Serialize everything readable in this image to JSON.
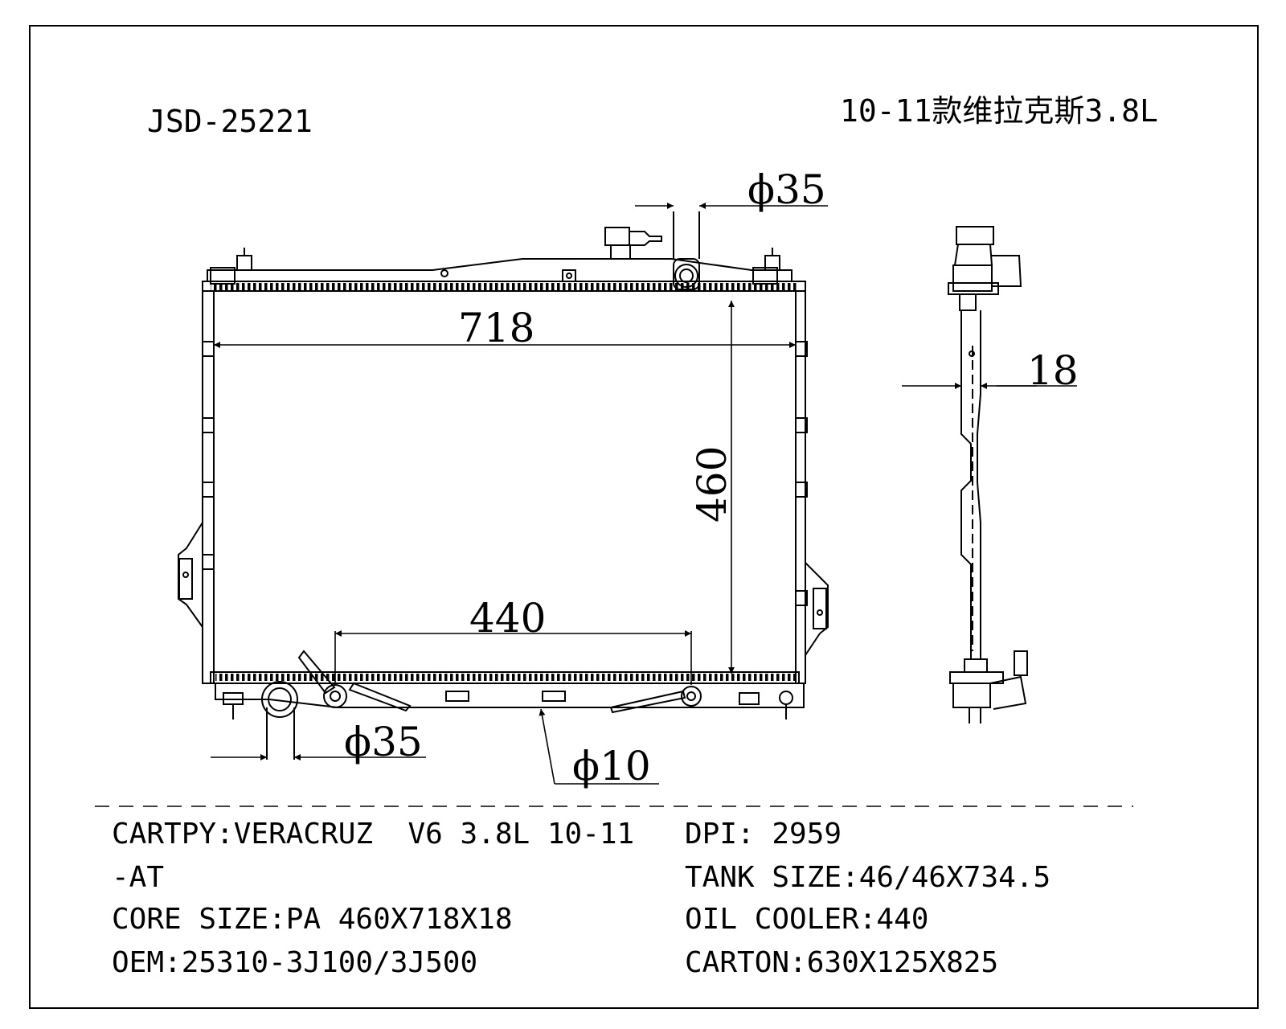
{
  "header": {
    "part_number": "JSD-25221",
    "model_cn": "10-11款维拉克斯3.8L"
  },
  "dimensions": {
    "width": "718",
    "height": "460",
    "oil_cooler": "440",
    "thickness": "18",
    "inlet_top": "ϕ35",
    "outlet_bottom": "ϕ35",
    "oil_pipe": "ϕ10"
  },
  "specs": {
    "cartpy": "CARTPY:VERACRUZ  V6 3.8L 10-11",
    "cartpy_cont": "-AT",
    "core_size": "CORE SIZE:PA 460X718X18",
    "oem": "OEM:25310-3J100/3J500",
    "dpi": "DPI: 2959",
    "tank_size": "TANK SIZE:46/46X734.5",
    "oil_cooler": "OIL COOLER:440",
    "carton": "CARTON:630X125X825"
  }
}
